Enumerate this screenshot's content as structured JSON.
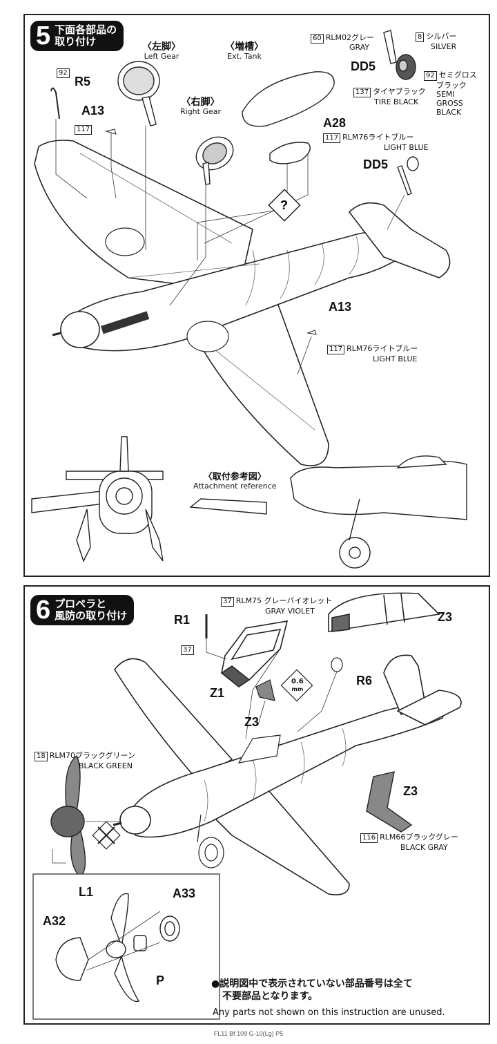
{
  "step5": {
    "number": "5",
    "title_line1": "下面各部品の",
    "title_line2": "取り付け",
    "left_gear_ja": "〈左脚〉",
    "left_gear_en": "Left Gear",
    "right_gear_ja": "〈右脚〉",
    "right_gear_en": "Right Gear",
    "ext_tank_ja": "〈増槽〉",
    "ext_tank_en": "Ext. Tank",
    "attach_ref_ja": "〈取付参考図〉",
    "attach_ref_en": "Attachment reference",
    "parts": {
      "r5": "R5",
      "a13_top": "A13",
      "a28": "A28",
      "dd5_top": "DD5",
      "dd5_mid": "DD5",
      "a13_mid": "A13"
    },
    "colors": {
      "c92_num": "92",
      "c117_num_a": "117",
      "c117_num_b": "117",
      "c117_num_c": "117",
      "c117_text_ja_b": "RLM76ライトブルー",
      "c117_text_en_b": "LIGHT BLUE",
      "c117_text_ja_c": "RLM76ライトブルー",
      "c117_text_en_c": "LIGHT BLUE",
      "c60_num": "60",
      "c60_text_ja": "RLM02グレー",
      "c60_text_en": "GRAY",
      "c8_num": "8",
      "c8_text_ja": "シルバー",
      "c8_text_en": "SILVER",
      "c92b_num": "92",
      "c92b_text_ja_1": "セミグロス",
      "c92b_text_ja_2": "ブラック",
      "c92b_text_en_1": "SEMI",
      "c92b_text_en_2": "GROSS",
      "c92b_text_en_3": "BLACK",
      "c137_num": "137",
      "c137_text_ja": "タイヤブラック",
      "c137_text_en": "TIRE BLACK"
    }
  },
  "step6": {
    "number": "6",
    "title_line1": "プロペラと",
    "title_line2": "風防の取り付け",
    "parts": {
      "r1": "R1",
      "z1": "Z1",
      "z3_a": "Z3",
      "z3_b": "Z3",
      "z3_c": "Z3",
      "r6": "R6",
      "l1": "L1",
      "a33": "A33",
      "a32": "A32",
      "p": "P"
    },
    "drill": "0.6",
    "drill_unit": "mm",
    "colors": {
      "c37_num_a": "37",
      "c37_text_ja": "RLM75 グレーバイオレット",
      "c37_text_en": "GRAY VIOLET",
      "c37_num_b": "37",
      "c18_num": "18",
      "c18_text_ja": "RLM70ブラックグリーン",
      "c18_text_en": "BLACK GREEN",
      "c116_num": "116",
      "c116_text_ja": "RLM66ブラックグレー",
      "c116_text_en": "BLACK GRAY"
    },
    "note_ja_1": "●説明図中で表示されていない部品番号は全て",
    "note_ja_2": "不要部品となります。",
    "note_en": "Any parts not shown on this instruction are unused."
  },
  "footer": "FL11  Bf 109 G-10(Lg)  P5"
}
